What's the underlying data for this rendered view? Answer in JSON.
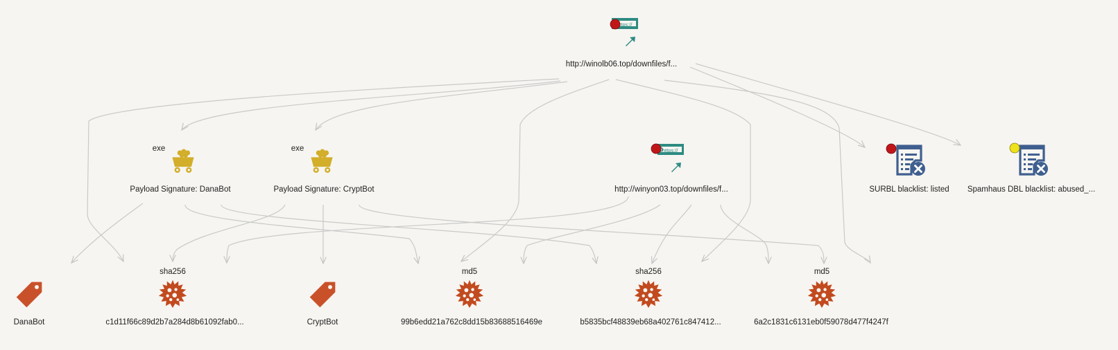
{
  "colors": {
    "background": "#f6f5f1",
    "edge": "#c9c9c9",
    "url_icon": "#2e8b82",
    "payload_icon": "#d2ae2a",
    "tag_icon": "#c9512a",
    "hash_icon": "#c24a1f",
    "blacklist_icon": "#3f5f8f",
    "badge_red": "#c0161a",
    "badge_yellow": "#f0e21a"
  },
  "nodes": {
    "url1": {
      "label": "http://winolb06.top/downfiles/f...",
      "icon": "url-icon",
      "badge": "red",
      "badge_text": "https://"
    },
    "url2": {
      "label": "http://winyon03.top/downfiles/f...",
      "icon": "url-icon",
      "badge": "red",
      "badge_text": "https://"
    },
    "payload_danabot": {
      "type": "exe",
      "label": "Payload Signature: DanaBot",
      "icon": "payload-icon"
    },
    "payload_cryptbot": {
      "type": "exe",
      "label": "Payload Signature: CryptBot",
      "icon": "payload-icon"
    },
    "surbl": {
      "label": "SURBL blacklist: listed",
      "icon": "blacklist-icon",
      "badge": "red"
    },
    "spamhaus": {
      "label": "Spamhaus DBL blacklist: abused_...",
      "icon": "blacklist-icon",
      "badge": "yellow"
    },
    "tag_danabot": {
      "label": "DanaBot",
      "icon": "tag-icon"
    },
    "hash_sha256_1": {
      "type": "sha256",
      "label": "c1d11f66c89d2b7a284d8b61092fab0...",
      "icon": "malware-icon"
    },
    "tag_cryptbot": {
      "label": "CryptBot",
      "icon": "tag-icon"
    },
    "hash_md5_1": {
      "type": "md5",
      "label": "99b6edd21a762c8dd15b83688516469e",
      "icon": "malware-icon"
    },
    "hash_sha256_2": {
      "type": "sha256",
      "label": "b5835bcf48839eb68a402761c847412...",
      "icon": "malware-icon"
    },
    "hash_md5_2": {
      "type": "md5",
      "label": "6a2c1831c6131eb0f59078d477f4247f",
      "icon": "malware-icon"
    }
  },
  "edges": [
    [
      "url1",
      "payload_danabot"
    ],
    [
      "url1",
      "payload_cryptbot"
    ],
    [
      "url1",
      "hash_sha256_1"
    ],
    [
      "url1",
      "hash_md5_1"
    ],
    [
      "url1",
      "hash_sha256_2"
    ],
    [
      "url1",
      "hash_md5_2"
    ],
    [
      "url1",
      "surbl"
    ],
    [
      "url1",
      "spamhaus"
    ],
    [
      "payload_danabot",
      "tag_danabot"
    ],
    [
      "payload_danabot",
      "hash_md5_1"
    ],
    [
      "payload_danabot",
      "hash_sha256_2"
    ],
    [
      "payload_cryptbot",
      "hash_sha256_1"
    ],
    [
      "payload_cryptbot",
      "tag_cryptbot"
    ],
    [
      "payload_cryptbot",
      "hash_md5_2"
    ],
    [
      "url2",
      "hash_sha256_1"
    ],
    [
      "url2",
      "hash_md5_1"
    ],
    [
      "url2",
      "hash_sha256_2"
    ],
    [
      "url2",
      "hash_md5_2"
    ]
  ]
}
